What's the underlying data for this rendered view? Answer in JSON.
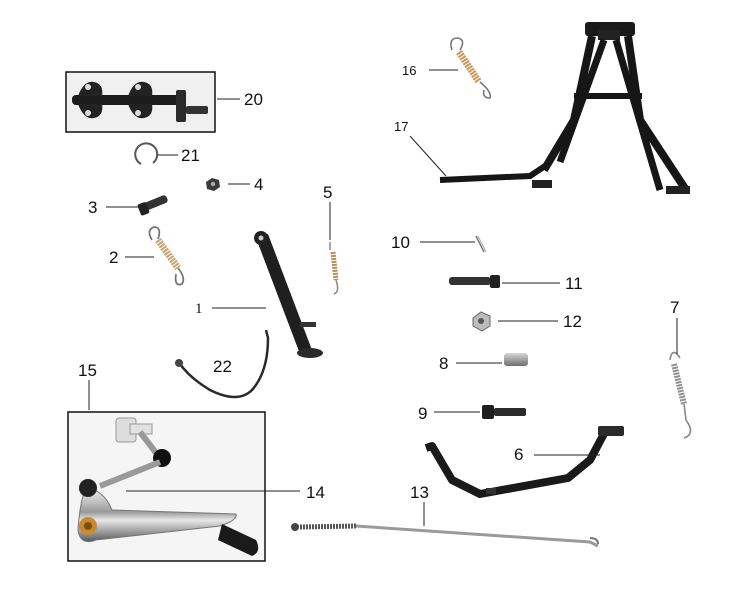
{
  "diagram": {
    "parts": [
      {
        "id": "p1",
        "label": "1"
      },
      {
        "id": "p2",
        "label": "2"
      },
      {
        "id": "p3",
        "label": "3"
      },
      {
        "id": "p4",
        "label": "4"
      },
      {
        "id": "p5",
        "label": "5"
      },
      {
        "id": "p6",
        "label": "6"
      },
      {
        "id": "p7",
        "label": "7"
      },
      {
        "id": "p8",
        "label": "8"
      },
      {
        "id": "p9",
        "label": "9"
      },
      {
        "id": "p10",
        "label": "10"
      },
      {
        "id": "p11",
        "label": "11"
      },
      {
        "id": "p12",
        "label": "12"
      },
      {
        "id": "p13",
        "label": "13"
      },
      {
        "id": "p14",
        "label": "14"
      },
      {
        "id": "p15",
        "label": "15"
      },
      {
        "id": "p16",
        "label": "16"
      },
      {
        "id": "p17",
        "label": "17"
      },
      {
        "id": "p20",
        "label": "20"
      },
      {
        "id": "p21",
        "label": "21"
      },
      {
        "id": "p22",
        "label": "22"
      }
    ]
  }
}
